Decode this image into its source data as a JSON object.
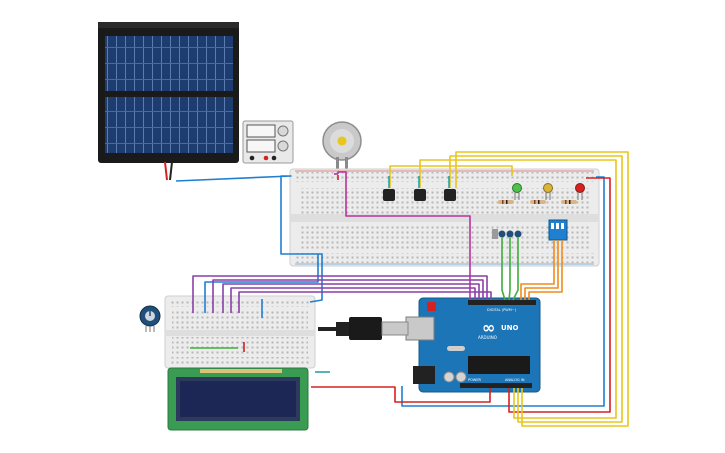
{
  "arduino": {
    "brand": "ARDUINO",
    "model": "UNO",
    "logo_symbol": "∞",
    "header_digital": "DIGITAL (PWM~)",
    "header_power": "POWER",
    "header_analog": "ANALOG IN"
  },
  "lcd": {
    "text_line1": "",
    "text_line2": ""
  },
  "colors": {
    "wire_blue": "#1f7fd1",
    "wire_red": "#d62121",
    "wire_yellow": "#e8c61c",
    "wire_purple": "#8a3fa8",
    "wire_green": "#3fae3f",
    "wire_orange": "#f08c1c",
    "wire_magenta": "#b8349e",
    "wire_teal": "#2aa0a8",
    "arduino_body": "#1c75b7",
    "solar_cell": "#1b3a6b",
    "lcd_body": "#3a9b52",
    "lcd_screen": "#1c2756"
  }
}
